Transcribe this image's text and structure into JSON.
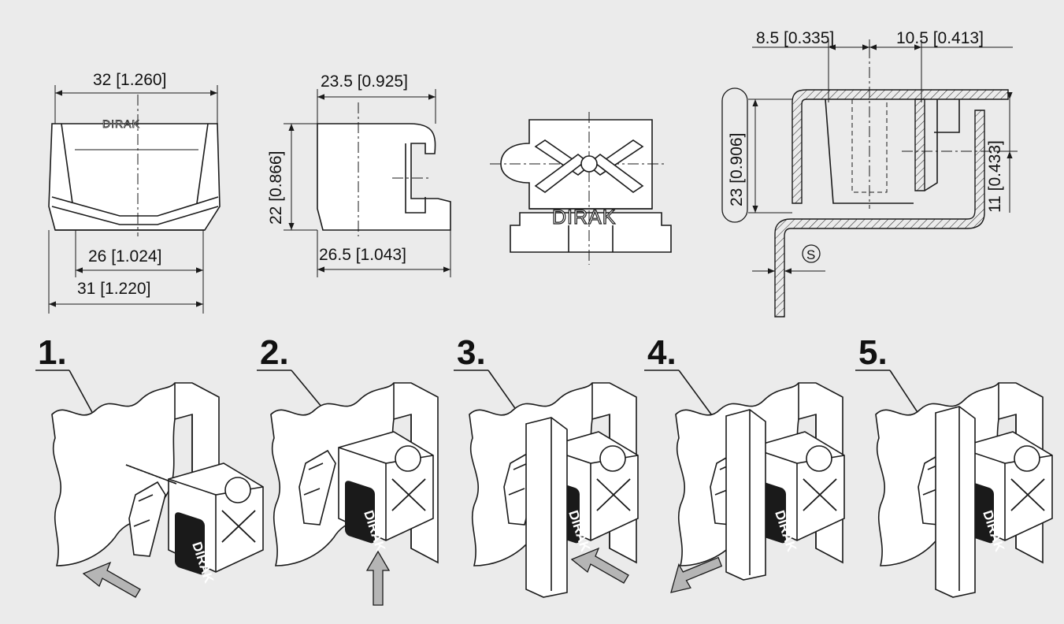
{
  "brand": "DIRAK",
  "views": {
    "front": {
      "top_width": "32 [1.260]",
      "inner_width": "26 [1.024]",
      "base_width": "31 [1.220]"
    },
    "side": {
      "depth_top": "23.5 [0.925]",
      "height": "22 [0.866]",
      "depth_bottom": "26.5 [1.043]"
    },
    "section": {
      "offset_left": "8.5 [0.335]",
      "offset_right": "10.5 [0.413]",
      "height": "23 [0.906]",
      "half_height": "11 [0.433]",
      "thickness_symbol": "S"
    }
  },
  "steps": [
    {
      "label": "1."
    },
    {
      "label": "2."
    },
    {
      "label": "3."
    },
    {
      "label": "4."
    },
    {
      "label": "5."
    }
  ],
  "colors": {
    "background": "#ebebeb",
    "line": "#1a1a1a",
    "latch": "#1a1a1a",
    "arrow_fill": "#b5b5b5"
  }
}
